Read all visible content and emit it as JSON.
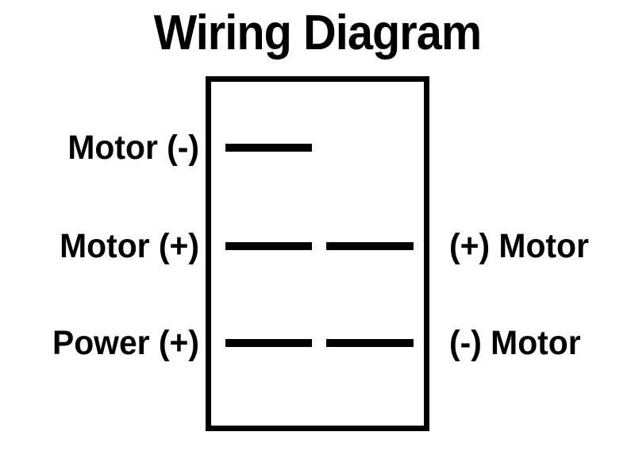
{
  "diagram": {
    "title": "Wiring Diagram",
    "background_color": "#ffffff",
    "line_color": "#000000",
    "body": {
      "name": "rocker-switch-body",
      "shape": "rectangle"
    },
    "rows": [
      {
        "id": "row-motor-negative",
        "left_label": "Motor (-)",
        "right_label": "",
        "segments": [
          "seg-a"
        ]
      },
      {
        "id": "row-motor-positive",
        "left_label": "Motor (+)",
        "right_label": "(+) Motor",
        "segments": [
          "seg-a",
          "seg-b"
        ]
      },
      {
        "id": "row-power-positive",
        "left_label": "Power (+)",
        "right_label": "(-) Motor",
        "segments": [
          "seg-a",
          "seg-b"
        ]
      }
    ]
  }
}
